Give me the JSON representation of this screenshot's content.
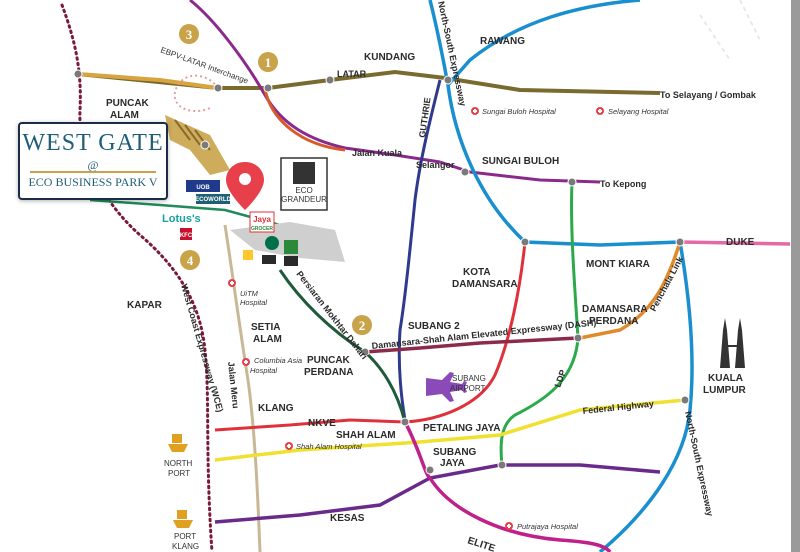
{
  "development": {
    "title": "WEST GATE",
    "at": "@",
    "subtitle": "ECO BUSINESS PARK V"
  },
  "numbers": [
    "1",
    "2",
    "3",
    "4"
  ],
  "places": {
    "kundang": "KUNDANG",
    "rawang": "RAWANG",
    "puncak_alam_1": "PUNCAK",
    "puncak_alam_2": "ALAM",
    "sungai_buloh": "SUNGAI BULOH",
    "kota_damansara_1": "KOTA",
    "kota_damansara_2": "DAMANSARA",
    "mont_kiara": "MONT KIARA",
    "damansara_perdana_1": "DAMANSARA",
    "damansara_perdana_2": "PERDANA",
    "kapar": "KAPAR",
    "setia_alam_1": "SETIA",
    "setia_alam_2": "ALAM",
    "subang_2": "SUBANG 2",
    "puncak_perdana_1": "PUNCAK",
    "puncak_perdana_2": "PERDANA",
    "subang_airport_1": "SUBANG",
    "subang_airport_2": "AIRPORT",
    "kuala_lumpur_1": "KUALA",
    "kuala_lumpur_2": "LUMPUR",
    "klang": "KLANG",
    "shah_alam": "SHAH ALAM",
    "petaling_jaya": "PETALING JAYA",
    "subang_jaya_1": "SUBANG",
    "subang_jaya_2": "JAYA",
    "north_port_1": "NORTH",
    "north_port_2": "PORT",
    "port_klang_1": "PORT",
    "port_klang_2": "KLANG"
  },
  "roads": {
    "latar": "LATAR",
    "to_selayang": "To Selayang / Gombak",
    "guthrie": "GUTHRIE",
    "north_south_top": "North-South Expressway",
    "jalan_kuala": "Jalan Kuala",
    "selangor": "Selangor",
    "to_kepong": "To Kepong",
    "duke": "DUKE",
    "penchala": "Penchala Link",
    "dash": "Damansara-Shah Alam Elevated Expressway (DASH)",
    "ldp": "LDP",
    "federal": "Federal Highway",
    "nkve": "NKVE",
    "kesas": "KESAS",
    "elite": "ELITE",
    "north_south_bottom": "North-South Expressway",
    "wce": "West Coast Expressway (WCE)",
    "mokhtar": "Persiaran Mokhtar Dahari",
    "meru": "Jalan Meru",
    "ebpv": "EBPV-LATAR Interchange"
  },
  "hospitals": {
    "sungai_buloh": "Sungai Buloh Hospital",
    "selayang": "Selayang Hospital",
    "uitm_1": "UiTM",
    "uitm_2": "Hospital",
    "columbia_1": "Columbia Asia",
    "columbia_2": "Hospital",
    "shah_alam": "Shah Alam Hospital",
    "putrajaya": "Putrajaya Hospital"
  },
  "brands": {
    "uob": "UOB",
    "ecoworld": "ECOWORLD",
    "lotus": "Lotus's",
    "jaya_1": "Jaya",
    "jaya_2": "GROCER",
    "kfc": "KFC",
    "grandeur_1": "ECO",
    "grandeur_2": "GRANDEUR"
  },
  "colors": {
    "latar": "#7a6a2e",
    "north_south": "#1a8fd0",
    "guthrie": "#2e3a8c",
    "sungai_buloh_road": "#8a2a8c",
    "green": "#2aaa4a",
    "red": "#e0303a",
    "dash": "#8c2a4a",
    "duke": "#e36aa6",
    "penchala": "#e08a2a",
    "federal": "#f0e030",
    "kesas": "#6a2a8c",
    "elite": "#c0208a",
    "wce": "#7a1a3a",
    "meru": "#c9b896",
    "brand_accent": "#1f5e74"
  }
}
